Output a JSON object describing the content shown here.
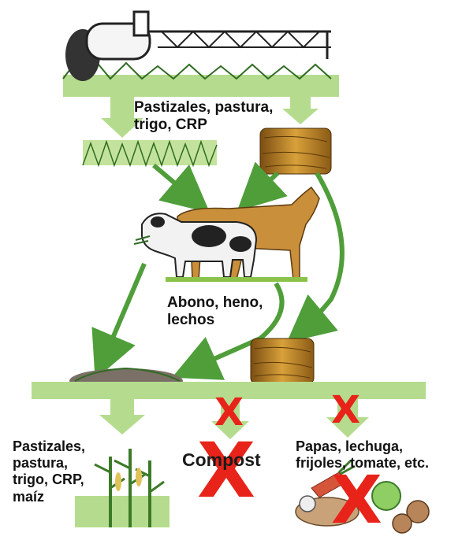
{
  "labels": {
    "top_crops": [
      "Pastizales, pastura,",
      "trigo, CRP"
    ],
    "manure": [
      "Abono, heno,",
      "lechos"
    ],
    "bottom_left": [
      "Pastizales,",
      "pastura,",
      "trigo, CRP,",
      "maíz"
    ],
    "compost": "Compost",
    "bottom_right": [
      "Papas, lechuga,",
      "frijoles, tomate, etc."
    ]
  },
  "marks": {
    "x_glyph": "X",
    "x_color": "#e8231a"
  },
  "colors": {
    "arrow_green": "#4f9e3a",
    "band_green": "#b5dc8e",
    "hay": "#c98f2b",
    "horse": "#c98f3a"
  },
  "icons": [
    "sprayer-tractor-icon",
    "hay-bale-icon",
    "cow-icon",
    "horse-icon",
    "manure-pile-icon",
    "corn-plant-icon",
    "vegetables-icon"
  ]
}
